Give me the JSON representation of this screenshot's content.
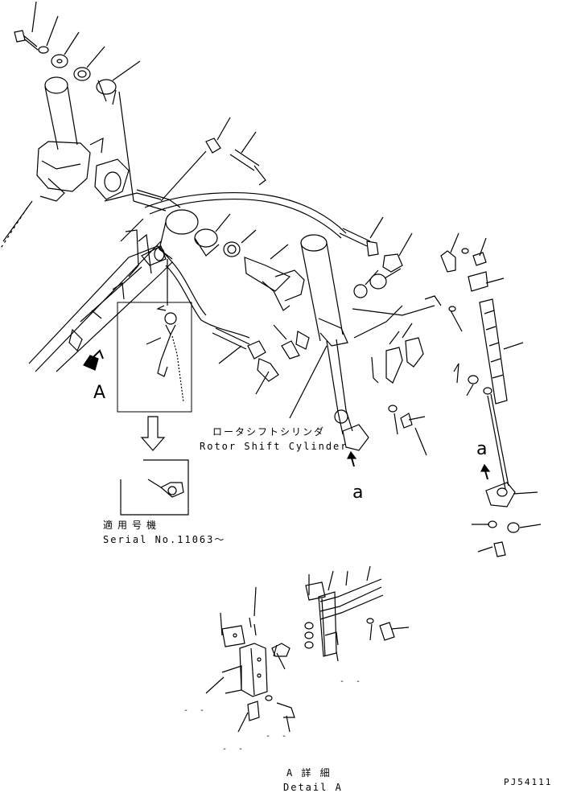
{
  "labels": {
    "rotor_shift_jp": "ロータシフトシリンダ",
    "rotor_shift_en": "Rotor Shift Cylinder",
    "serial_jp": "適用号機",
    "serial_en": "Serial No.11063～",
    "detail_jp": "A 詳 細",
    "detail_en": "Detail A",
    "code": "PJ54111",
    "view_a": "A",
    "arrow_a1": "a",
    "arrow_a2": "a"
  }
}
